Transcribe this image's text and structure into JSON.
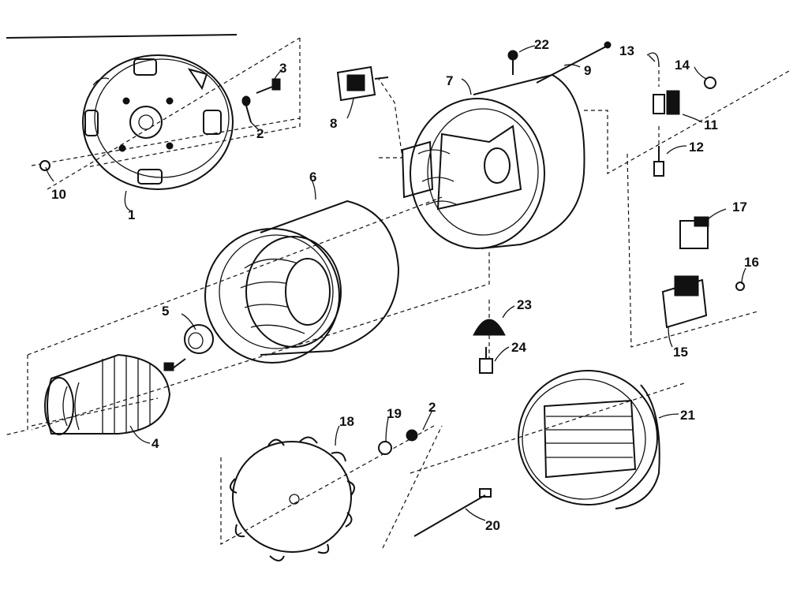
{
  "labels": {
    "l1": "1",
    "l2a": "2",
    "l2b": "2",
    "l3": "3",
    "l4": "4",
    "l5": "5",
    "l6": "6",
    "l7": "7",
    "l8": "8",
    "l9": "9",
    "l10": "10",
    "l11": "11",
    "l12": "12",
    "l13": "13",
    "l14": "14",
    "l15": "15",
    "l16": "16",
    "l17": "17",
    "l18": "18",
    "l19": "19",
    "l20": "20",
    "l21": "21",
    "l22": "22",
    "l23": "23",
    "l24": "24"
  }
}
